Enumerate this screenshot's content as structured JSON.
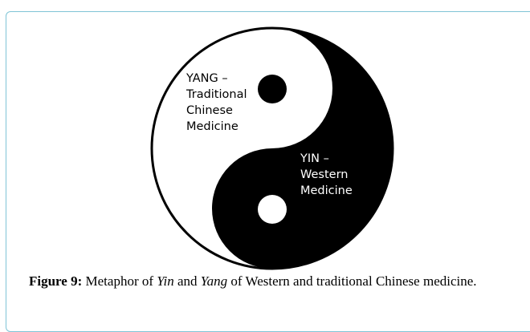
{
  "diagram": {
    "yang_label": "YANG –\nTraditional\nChinese\nMedicine",
    "yin_label": "YIN –\nWestern\nMedicine"
  },
  "caption": {
    "figure_label": "Figure 9:",
    "text_1": " Metaphor of ",
    "yin": "Yin",
    "text_2": " and ",
    "yang": "Yang",
    "text_3": " of Western and traditional Chinese medicine."
  },
  "colors": {
    "yang": "#ffffff",
    "yin": "#000000",
    "frame_border": "#7fc4d6"
  }
}
